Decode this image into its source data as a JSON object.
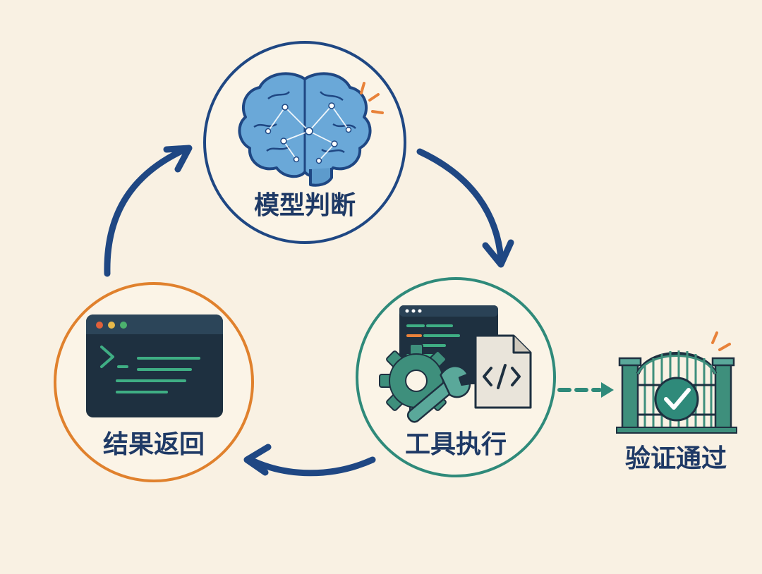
{
  "nodes": {
    "model": {
      "label": "模型判断",
      "color": "#1f4783",
      "icon": "brain-icon"
    },
    "tool": {
      "label": "工具执行",
      "color": "#2f8a7a",
      "icon": "tool-icon"
    },
    "result": {
      "label": "结果返回",
      "color": "#e0812d",
      "icon": "terminal-icon"
    },
    "verify": {
      "label": "验证通过",
      "color": "#1f4783",
      "icon": "gate-check-icon"
    }
  },
  "colors": {
    "background": "#f9f1e3",
    "arrow": "#1f4783",
    "dashed_arrow": "#2f8a7a",
    "spark": "#e8823a",
    "terminal_bg": "#1e3040",
    "code_green": "#3fae84",
    "brain_fill": "#6aa8d8"
  }
}
